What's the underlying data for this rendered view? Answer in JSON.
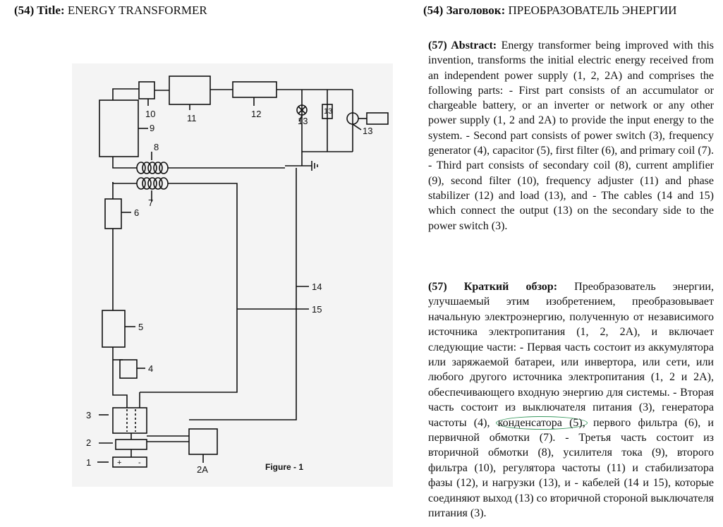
{
  "header": {
    "left_label": "(54) Title:",
    "left_value": "ENERGY TRANSFORMER",
    "right_label": "(54) Заголовок:",
    "right_value": "ПРЕОБРАЗОВАТЕЛЬ ЭНЕРГИИ"
  },
  "abstract_en": {
    "label": "(57) Abstract:",
    "text": "Energy transformer being improved with this invention, transforms the initial electric energy received from an independent power supply (1, 2, 2A) and comprises the following parts: - First part consists of an accumulator or chargeable battery, or an inverter or network or any other power supply (1, 2 and 2A) to provide the input energy to the system. - Second part consists of power switch (3), frequency generator (4), capacitor (5), first filter (6), and primary coil (7). - Third part consists of secondary coil (8), current amplifier (9), second filter (10), frequency adjuster (11) and phase stabilizer (12) and load (13), and - The cables (14 and 15) which connect the output (13) on the secondary side to the power switch (3)."
  },
  "abstract_ru": {
    "label": "(57) Краткий обзор:",
    "text_before": "Преобразователь энергии, улучшаемый этим изобретением, преобразовывает начальную электроэнергию, полученную от независимого источника электропитания (1, 2, 2А), и включает следующие части: - Первая часть состоит из аккумулятора или заряжаемой батареи, или инвертора, или сети, или любого другого источника электропитания (1, 2 и 2А), обеспечивающего входную энергию для системы. - Вторая часть состоит из выключателя питания (3), генератора частоты (4),",
    "highlight": "конденсатора (5),",
    "text_after": "первого фильтра (6), и первичной обмотки (7). - Третья часть состоит из вторичной обмотки (8), усилителя тока (9), второго фильтра (10), регулятора частоты (11) и стабилизатора фазы (12), и нагрузки (13), и - кабелей (14 и 15), которые соединяют выход (13) со вторичной стороной выключателя питания (3)."
  },
  "figure": {
    "caption": "Figure - 1",
    "labels": {
      "n1": "1",
      "n2": "2",
      "n2a": "2A",
      "n3": "3",
      "n4": "4",
      "n5": "5",
      "n6": "6",
      "n7": "7",
      "n8": "8",
      "n9": "9",
      "n10": "10",
      "n11": "11",
      "n12": "12",
      "n13a": "13",
      "n13b": "13",
      "n13c": "13",
      "n14": "14",
      "n15": "15",
      "plus": "+",
      "minus": "-"
    }
  }
}
